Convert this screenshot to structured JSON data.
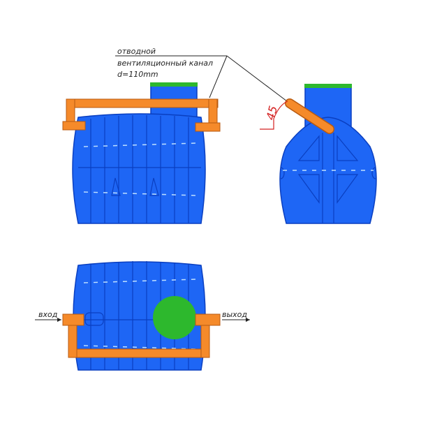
{
  "labels": {
    "vent_line1": "отводной",
    "vent_line2": "вентиляционный канал",
    "vent_line3": "d=110mm",
    "angle": "45",
    "inlet": "вход",
    "outlet": "выход"
  },
  "colors": {
    "tank": "#1e66f5",
    "pipe": "#f58a2a",
    "hatch": "#2db82d",
    "dimension": "#d42020"
  }
}
